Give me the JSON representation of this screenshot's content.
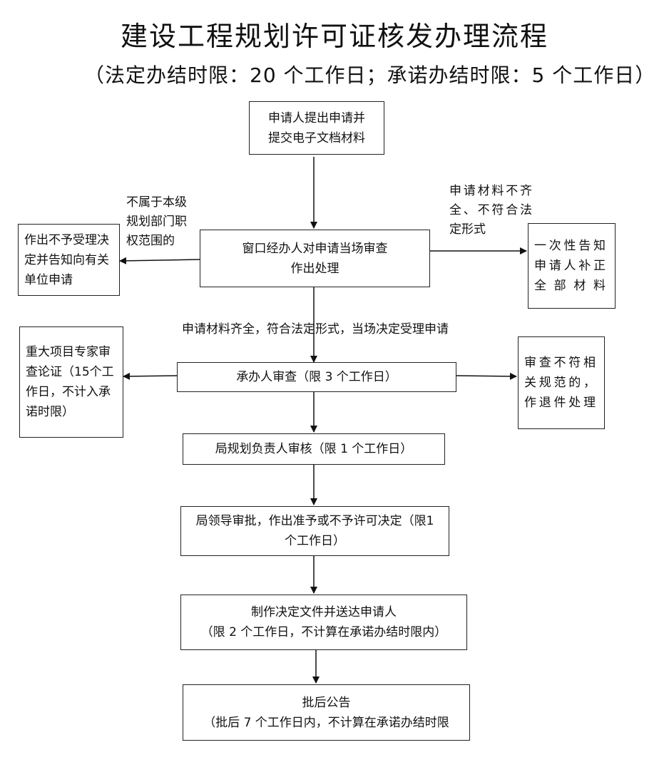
{
  "title": "建设工程规划许可证核发办理流程",
  "subtitle": "（法定办结时限：20 个工作日；承诺办结时限：5 个工作日）",
  "nodes": {
    "apply": "申请人提出申请并提交电子文档材料",
    "window_review": "窗口经办人对申请当场审查作出处理",
    "reject": "作出不予受理决定并告知向有关单位申请",
    "notify_supplement": "一次性告知申请人补正全部材料",
    "handler_review": "承办人审查（限 3 个工作日）",
    "expert_review": "重大项目专家审查论证（15个工作日，不计入承诺时限）",
    "return_nonconforming": "审查不符相关规范的，作退件处理",
    "planning_head_review": "局规划负责人审核（限 1 个工作日）",
    "leader_approval": "局领导审批，作出准予或不予许可决定（限1个工作日）",
    "issue_decision_line1": "制作决定文件并送达申请人",
    "issue_decision_line2": "（限 2 个工作日，不计算在承诺办结时限内）",
    "announce_line1": "批后公告",
    "announce_line2": "（批后 7 个工作日内，不计算在承诺办结时限"
  },
  "edge_labels": {
    "not_jurisdiction": "不属于本级规划部门职权范围的",
    "incomplete": "申请材料不齐全、不符合法定形式",
    "accepted": "申请材料齐全，符合法定形式，当场决定受理申请"
  }
}
